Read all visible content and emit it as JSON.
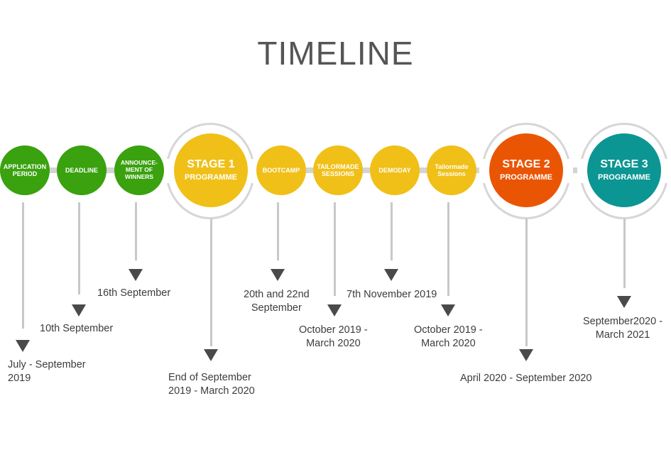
{
  "title": "TIMELINE",
  "stages": [
    {
      "label": "APPLICATION PERIOD",
      "date": "July - September\n2019"
    },
    {
      "label": "DEADLINE",
      "date": "10th September"
    },
    {
      "label": "ANNOUNCE-\nMENT OF\nWINNERS",
      "date": "16th September"
    },
    {
      "label_main": "STAGE 1",
      "label_sub": "PROGRAMME",
      "date": "End of September\n2019 - March 2020"
    },
    {
      "label": "BOOTCAMP",
      "date": "20th and 22nd\nSeptember"
    },
    {
      "label": "TAILORMADE\nSESSIONS",
      "date": "October 2019 -\nMarch 2020"
    },
    {
      "label": "DEMODAY",
      "date": "7th November 2019"
    },
    {
      "label": "Tailormade\nSessions",
      "date": "October 2019 -\nMarch 2020"
    },
    {
      "label_main": "STAGE 2",
      "label_sub": "PROGRAMME",
      "date": "April 2020 - September 2020"
    },
    {
      "label_main": "STAGE 3",
      "label_sub": "PROGRAMME",
      "date": "September2020 -\nMarch 2021"
    }
  ],
  "colors": {
    "green": "#3aa10f",
    "yellow": "#f0c018",
    "orange": "#ea5504",
    "teal": "#0b9693",
    "connector": "#d4d4d4",
    "arrow": "#4a4a4a"
  }
}
